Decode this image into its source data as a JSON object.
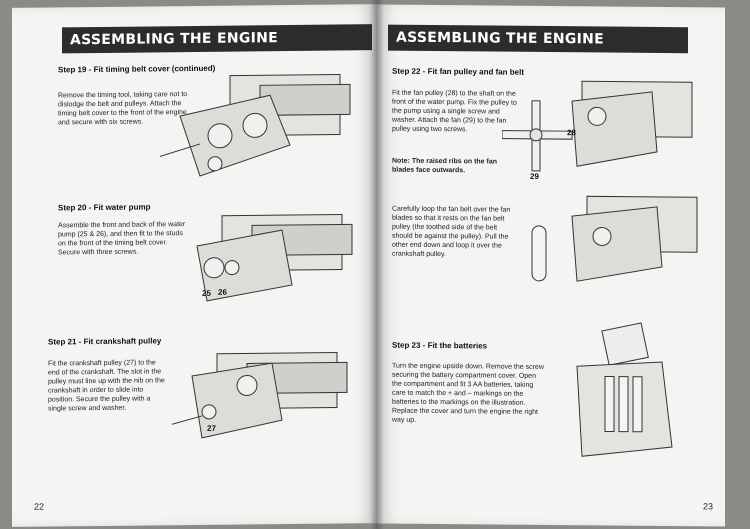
{
  "left_page": {
    "banner": "ASSEMBLING THE ENGINE",
    "page_number": "22",
    "steps": [
      {
        "title": "Step 19 - Fit timing belt cover (continued)",
        "text": "Remove the timing tool, taking care not to dislodge the belt and pulleys. Attach the timing belt cover to the front of the engine and secure with six screws."
      },
      {
        "title": "Step 20 - Fit water pump",
        "text": "Assemble the front and back of the water pump (25 & 26), and then fit to the studs on the front of the timing belt cover. Secure with three screws.",
        "labels": [
          "25",
          "26"
        ]
      },
      {
        "title": "Step 21 - Fit crankshaft pulley",
        "text": "Fit the crankshaft pulley (27) to the end of the crankshaft. The slot in the pulley must line up with the nib on the crankshaft in order to slide into position. Secure the pulley with a single screw and washer.",
        "labels": [
          "27"
        ]
      }
    ]
  },
  "right_page": {
    "banner": "ASSEMBLING THE ENGINE",
    "page_number": "23",
    "steps": [
      {
        "title": "Step 22 - Fit fan pulley and fan belt",
        "text": "Fit the fan pulley (28) to the shaft on the front of the water pump. Fix the pulley to the pump using a single screw and washer. Attach the fan (29) to the fan pulley using two screws.",
        "note": "Note: The raised ribs on the fan blades face outwards.",
        "labels": [
          "28",
          "29"
        ]
      },
      {
        "title": "",
        "text": "Carefully loop the fan belt over the fan blades so that it rests on the fan belt pulley (the toothed side of the belt should be against the pulley). Pull the other end down and loop it over the crankshaft pulley."
      },
      {
        "title": "Step 23 - Fit the batteries",
        "text": "Turn the engine upside down. Remove the screw securing the battery compartment cover. Open the compartment and fit 3 AA batteries, taking care to match the + and – markings on the batteries to the markings on the illustration. Replace the cover and turn the engine the right way up."
      }
    ]
  }
}
